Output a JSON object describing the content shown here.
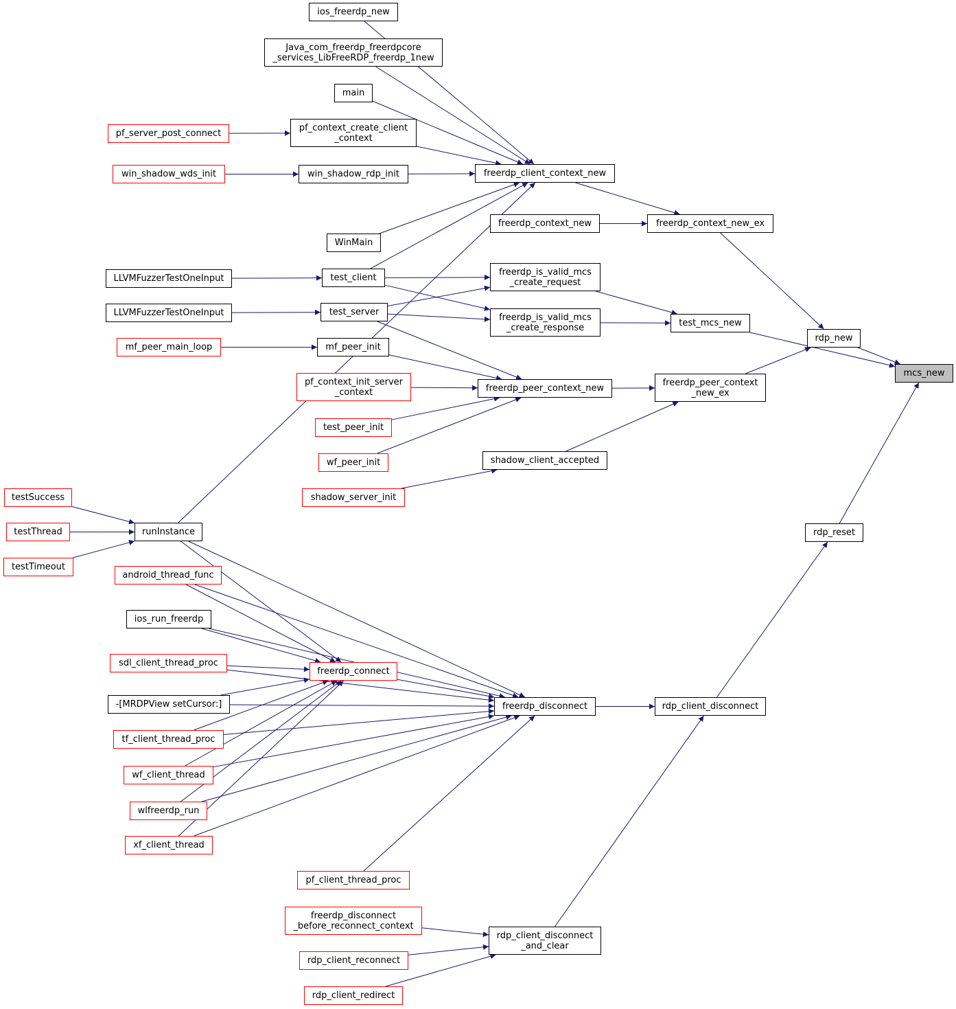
{
  "colors": {
    "edge": "#191970",
    "normal_border": "#000000",
    "truncated_border": "#ff0000",
    "focus_fill": "#bfbfbf"
  },
  "nodes": {
    "mcs_new": {
      "label": "mcs_new",
      "style": "focus"
    },
    "rdp_new": {
      "label": "rdp_new",
      "style": "normal"
    },
    "rdp_reset": {
      "label": "rdp_reset",
      "style": "normal"
    },
    "test_mcs_new": {
      "label": "test_mcs_new",
      "style": "normal"
    },
    "freerdp_context_new_ex": {
      "label": "freerdp_context_new_ex",
      "style": "normal"
    },
    "freerdp_peer_context_new_ex": {
      "label": "freerdp_peer_context\n_new_ex",
      "style": "normal"
    },
    "freerdp_client_context_new": {
      "label": "freerdp_client_context_new",
      "style": "normal"
    },
    "freerdp_context_new": {
      "label": "freerdp_context_new",
      "style": "normal"
    },
    "freerdp_is_valid_mcs_create_request": {
      "label": "freerdp_is_valid_mcs\n_create_request",
      "style": "normal"
    },
    "freerdp_is_valid_mcs_create_response": {
      "label": "freerdp_is_valid_mcs\n_create_response",
      "style": "normal"
    },
    "freerdp_peer_context_new": {
      "label": "freerdp_peer_context_new",
      "style": "normal"
    },
    "shadow_client_accepted": {
      "label": "shadow_client_accepted",
      "style": "normal"
    },
    "rdp_client_disconnect": {
      "label": "rdp_client_disconnect",
      "style": "normal"
    },
    "freerdp_disconnect": {
      "label": "freerdp_disconnect",
      "style": "normal"
    },
    "rdp_client_disconnect_and_clear": {
      "label": "rdp_client_disconnect\n_and_clear",
      "style": "normal"
    },
    "ios_freerdp_new": {
      "label": "ios_freerdp_new",
      "style": "normal"
    },
    "java_freerdp_new": {
      "label": "Java_com_freerdp_freerdpcore\n_services_LibFreeRDP_freerdp_1new",
      "style": "normal"
    },
    "main": {
      "label": "main",
      "style": "normal"
    },
    "pf_context_create_client_context": {
      "label": "pf_context_create_client\n_context",
      "style": "normal"
    },
    "pf_server_post_connect": {
      "label": "pf_server_post_connect",
      "style": "red"
    },
    "win_shadow_rdp_init": {
      "label": "win_shadow_rdp_init",
      "style": "normal"
    },
    "win_shadow_wds_init": {
      "label": "win_shadow_wds_init",
      "style": "red"
    },
    "WinMain": {
      "label": "WinMain",
      "style": "normal"
    },
    "test_client": {
      "label": "test_client",
      "style": "normal"
    },
    "test_server": {
      "label": "test_server",
      "style": "normal"
    },
    "llvm_fuzzer_1": {
      "label": "LLVMFuzzerTestOneInput",
      "style": "normal"
    },
    "llvm_fuzzer_2": {
      "label": "LLVMFuzzerTestOneInput",
      "style": "normal"
    },
    "mf_peer_init": {
      "label": "mf_peer_init",
      "style": "normal"
    },
    "mf_peer_main_loop": {
      "label": "mf_peer_main_loop",
      "style": "red"
    },
    "pf_context_init_server_context": {
      "label": "pf_context_init_server\n_context",
      "style": "red"
    },
    "test_peer_init": {
      "label": "test_peer_init",
      "style": "red"
    },
    "wf_peer_init": {
      "label": "wf_peer_init",
      "style": "red"
    },
    "shadow_server_init": {
      "label": "shadow_server_init",
      "style": "red"
    },
    "runInstance": {
      "label": "runInstance",
      "style": "normal"
    },
    "testSuccess": {
      "label": "testSuccess",
      "style": "red"
    },
    "testThread": {
      "label": "testThread",
      "style": "red"
    },
    "testTimeout": {
      "label": "testTimeout",
      "style": "red"
    },
    "freerdp_connect": {
      "label": "freerdp_connect",
      "style": "red"
    },
    "android_thread_func": {
      "label": "android_thread_func",
      "style": "red"
    },
    "ios_run_freerdp": {
      "label": "ios_run_freerdp",
      "style": "normal"
    },
    "sdl_client_thread_proc": {
      "label": "sdl_client_thread_proc",
      "style": "red"
    },
    "mrdpview_setcursor": {
      "label": "-[MRDPView setCursor:]",
      "style": "normal"
    },
    "tf_client_thread_proc": {
      "label": "tf_client_thread_proc",
      "style": "red"
    },
    "wf_client_thread": {
      "label": "wf_client_thread",
      "style": "red"
    },
    "wlfreerdp_run": {
      "label": "wlfreerdp_run",
      "style": "red"
    },
    "xf_client_thread": {
      "label": "xf_client_thread",
      "style": "red"
    },
    "pf_client_thread_proc": {
      "label": "pf_client_thread_proc",
      "style": "red"
    },
    "freerdp_disconnect_before_reconnect_context": {
      "label": "freerdp_disconnect\n_before_reconnect_context",
      "style": "red"
    },
    "rdp_client_reconnect": {
      "label": "rdp_client_reconnect",
      "style": "red"
    },
    "rdp_client_redirect": {
      "label": "rdp_client_redirect",
      "style": "red"
    }
  },
  "edges": [
    [
      "rdp_new",
      "mcs_new"
    ],
    [
      "test_mcs_new",
      "mcs_new"
    ],
    [
      "rdp_reset",
      "mcs_new"
    ],
    [
      "freerdp_context_new_ex",
      "rdp_new"
    ],
    [
      "freerdp_peer_context_new_ex",
      "rdp_new"
    ],
    [
      "freerdp_is_valid_mcs_create_request",
      "test_mcs_new"
    ],
    [
      "freerdp_is_valid_mcs_create_response",
      "test_mcs_new"
    ],
    [
      "rdp_client_disconnect",
      "rdp_reset"
    ],
    [
      "freerdp_client_context_new",
      "freerdp_context_new_ex"
    ],
    [
      "freerdp_context_new",
      "freerdp_context_new_ex"
    ],
    [
      "freerdp_peer_context_new",
      "freerdp_peer_context_new_ex"
    ],
    [
      "shadow_client_accepted",
      "freerdp_peer_context_new_ex"
    ],
    [
      "ios_freerdp_new",
      "freerdp_client_context_new"
    ],
    [
      "java_freerdp_new",
      "freerdp_client_context_new"
    ],
    [
      "main",
      "freerdp_client_context_new"
    ],
    [
      "pf_context_create_client_context",
      "freerdp_client_context_new"
    ],
    [
      "win_shadow_rdp_init",
      "freerdp_client_context_new"
    ],
    [
      "runInstance",
      "freerdp_client_context_new"
    ],
    [
      "WinMain",
      "freerdp_client_context_new"
    ],
    [
      "test_client",
      "freerdp_client_context_new"
    ],
    [
      "pf_server_post_connect",
      "pf_context_create_client_context"
    ],
    [
      "win_shadow_wds_init",
      "win_shadow_rdp_init"
    ],
    [
      "llvm_fuzzer_1",
      "test_client"
    ],
    [
      "llvm_fuzzer_2",
      "test_server"
    ],
    [
      "test_client",
      "freerdp_is_valid_mcs_create_request"
    ],
    [
      "test_server",
      "freerdp_is_valid_mcs_create_request"
    ],
    [
      "test_client",
      "freerdp_is_valid_mcs_create_response"
    ],
    [
      "test_server",
      "freerdp_is_valid_mcs_create_response"
    ],
    [
      "test_server",
      "freerdp_peer_context_new"
    ],
    [
      "mf_peer_init",
      "freerdp_peer_context_new"
    ],
    [
      "pf_context_init_server_context",
      "freerdp_peer_context_new"
    ],
    [
      "test_peer_init",
      "freerdp_peer_context_new"
    ],
    [
      "wf_peer_init",
      "freerdp_peer_context_new"
    ],
    [
      "mf_peer_main_loop",
      "mf_peer_init"
    ],
    [
      "shadow_server_init",
      "shadow_client_accepted"
    ],
    [
      "testSuccess",
      "runInstance"
    ],
    [
      "testThread",
      "runInstance"
    ],
    [
      "testTimeout",
      "runInstance"
    ],
    [
      "freerdp_disconnect",
      "rdp_client_disconnect"
    ],
    [
      "rdp_client_disconnect_and_clear",
      "rdp_client_disconnect"
    ],
    [
      "runInstance",
      "freerdp_connect"
    ],
    [
      "android_thread_func",
      "freerdp_connect"
    ],
    [
      "ios_run_freerdp",
      "freerdp_connect"
    ],
    [
      "sdl_client_thread_proc",
      "freerdp_connect"
    ],
    [
      "mrdpview_setcursor",
      "freerdp_connect"
    ],
    [
      "tf_client_thread_proc",
      "freerdp_connect"
    ],
    [
      "wf_client_thread",
      "freerdp_connect"
    ],
    [
      "wlfreerdp_run",
      "freerdp_connect"
    ],
    [
      "xf_client_thread",
      "freerdp_connect"
    ],
    [
      "runInstance",
      "freerdp_disconnect"
    ],
    [
      "android_thread_func",
      "freerdp_disconnect"
    ],
    [
      "ios_run_freerdp",
      "freerdp_disconnect"
    ],
    [
      "sdl_client_thread_proc",
      "freerdp_disconnect"
    ],
    [
      "freerdp_connect",
      "freerdp_disconnect"
    ],
    [
      "mrdpview_setcursor",
      "freerdp_disconnect"
    ],
    [
      "tf_client_thread_proc",
      "freerdp_disconnect"
    ],
    [
      "wf_client_thread",
      "freerdp_disconnect"
    ],
    [
      "wlfreerdp_run",
      "freerdp_disconnect"
    ],
    [
      "xf_client_thread",
      "freerdp_disconnect"
    ],
    [
      "pf_client_thread_proc",
      "freerdp_disconnect"
    ],
    [
      "freerdp_disconnect_before_reconnect_context",
      "rdp_client_disconnect_and_clear"
    ],
    [
      "rdp_client_reconnect",
      "rdp_client_disconnect_and_clear"
    ],
    [
      "rdp_client_redirect",
      "rdp_client_disconnect_and_clear"
    ]
  ]
}
